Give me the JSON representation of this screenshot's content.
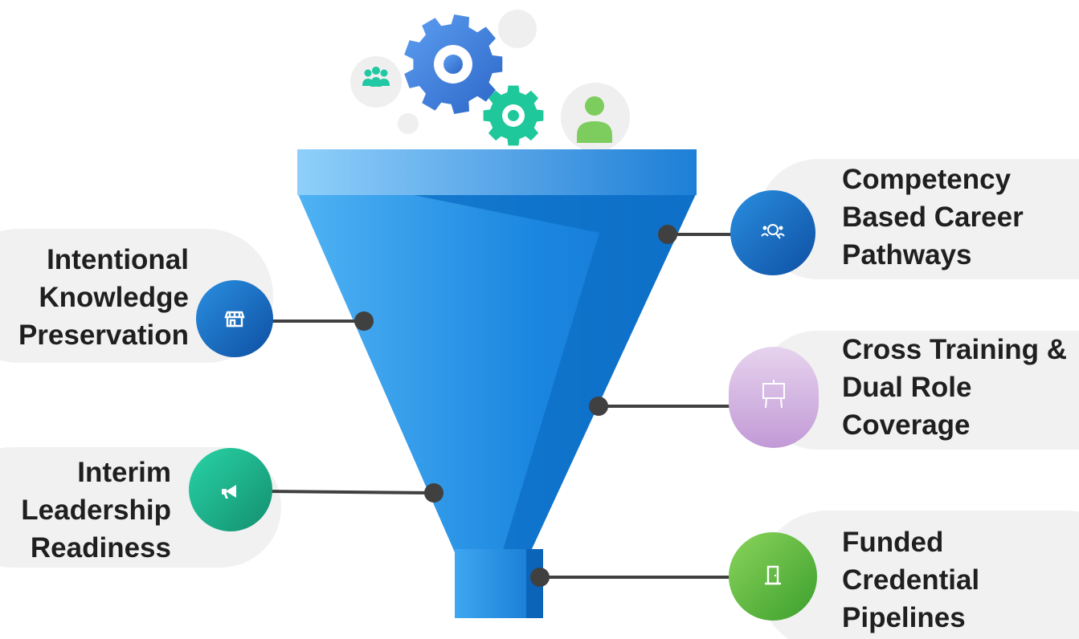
{
  "items": [
    {
      "side": "left",
      "lines": [
        "Intentional",
        "Knowledge",
        "Preservation"
      ],
      "icon": "storefront-icon",
      "color": "#1a6fc4"
    },
    {
      "side": "left",
      "lines": [
        "Interim",
        "Leadership",
        "Readiness"
      ],
      "icon": "megaphone-icon",
      "color": "#1fb58f"
    },
    {
      "side": "right",
      "lines": [
        "Competency",
        "Based Career",
        "Pathways"
      ],
      "icon": "people-search-icon",
      "color": "#1a6fc4"
    },
    {
      "side": "right",
      "lines": [
        "Cross Training &",
        "Dual Role",
        "Coverage"
      ],
      "icon": "easel-board-icon",
      "color": "#c9a3d9"
    },
    {
      "side": "right",
      "lines": [
        "Funded",
        "Credential",
        "Pipelines"
      ],
      "icon": "door-icon",
      "color": "#5ab84a"
    }
  ],
  "top_icons": [
    "team-icon",
    "gear-icon",
    "gear-icon",
    "user-icon"
  ]
}
